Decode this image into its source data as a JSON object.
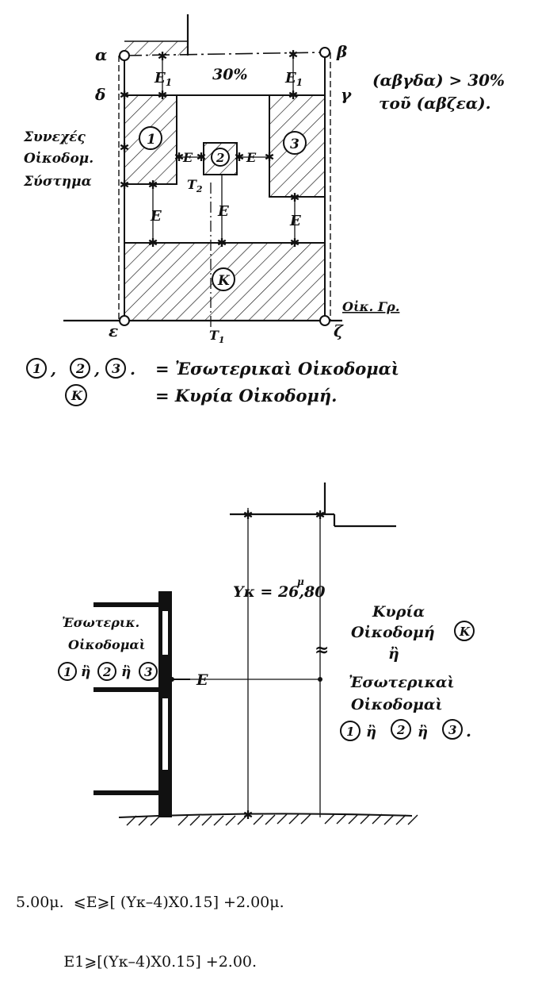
{
  "plan": {
    "corners": {
      "a": "α",
      "b": "β",
      "g": "γ",
      "d": "δ",
      "e": "ε",
      "z": "ζ"
    },
    "pct": "30%",
    "note_line1": "(αβγδα) > 30%",
    "note_line2": "τοῦ (αβζεα).",
    "system_label": [
      "Συνεχές",
      "Οἰκοδομ.",
      "Σύστημα"
    ],
    "e1": "E",
    "e1_sub": "1",
    "e": "E",
    "t": "T",
    "t2_sub": "2",
    "t1_sub": "1",
    "building_1": "1",
    "building_2": "2",
    "building_3": "3",
    "building_k": "K",
    "street_label": "Οἰκ. Γρ."
  },
  "legend": {
    "sep1": ",",
    "sep2": ",",
    "sep3": ".",
    "row1_text": "= Ἐσωτερικαὶ Οἰκοδομαὶ",
    "row2_text": "= Κυρία Οἰκοδομή."
  },
  "section": {
    "height_label": "Yκ = 26,80",
    "height_unit": "μ",
    "approx": "≈",
    "e_label": "E",
    "left_label": [
      "Ἐσωτερικ.",
      "Οἰκοδομαὶ"
    ],
    "left_or1": "ἢ",
    "left_or2": "ἢ",
    "right_label": [
      "Κυρία",
      "Οἰκοδομή",
      "ἢ",
      "Ἐσωτερικαὶ",
      "Οἰκοδομαὶ"
    ],
    "right_or1": "ἢ",
    "right_or2": "ἢ",
    "right_end": "."
  },
  "formula": {
    "line1": "5.00μ.  ⩽E⩾[ (Yκ–4)X0.15] +2.00μ.",
    "line2": "          E1⩾[(Yκ–4)X0.15] +2.00."
  }
}
